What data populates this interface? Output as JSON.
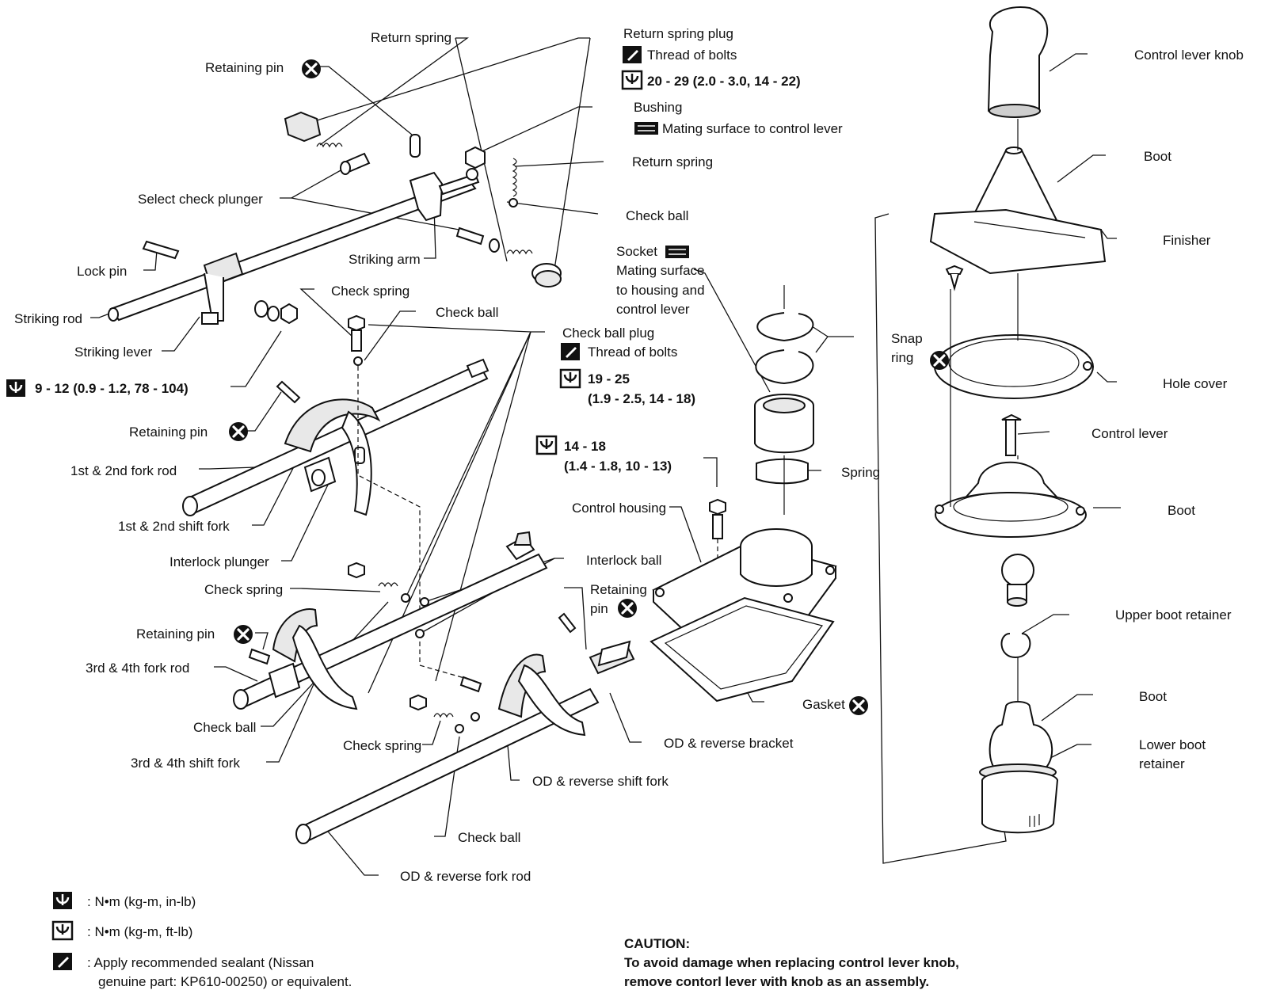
{
  "labels": {
    "return_spring_top": "Return spring",
    "return_spring_plug": "Return spring plug",
    "thread_of_bolts_1": "Thread of bolts",
    "torque_1": "20 - 29 (2.0 - 3.0, 14 - 22)",
    "bushing": "Bushing",
    "mating_surface_control_lever": "Mating surface to control lever",
    "return_spring_right": "Return spring",
    "check_ball_1": "Check ball",
    "retaining_pin_1": "Retaining pin",
    "select_check_plunger": "Select check plunger",
    "striking_arm": "Striking arm",
    "lock_pin": "Lock pin",
    "striking_rod": "Striking rod",
    "striking_lever": "Striking lever",
    "torque_2": "9 - 12 (0.9 - 1.2, 78 - 104)",
    "check_spring_1": "Check spring",
    "check_ball_2": "Check ball",
    "check_ball_plug": "Check ball plug",
    "thread_of_bolts_2": "Thread of bolts",
    "torque_3a": "19 - 25",
    "torque_3b": "(1.9 - 2.5, 14 - 18)",
    "retaining_pin_2": "Retaining pin",
    "fork_rod_12": "1st & 2nd fork rod",
    "shift_fork_12": "1st & 2nd shift fork",
    "interlock_plunger": "Interlock plunger",
    "check_spring_2": "Check spring",
    "retaining_pin_3": "Retaining pin",
    "fork_rod_34": "3rd & 4th fork rod",
    "check_ball_3": "Check ball",
    "shift_fork_34": "3rd & 4th shift fork",
    "interlock_ball": "Interlock ball",
    "retaining_pin_4a": "Retaining",
    "retaining_pin_4b": "pin",
    "check_spring_3": "Check spring",
    "check_ball_4": "Check ball",
    "od_reverse_fork_rod": "OD & reverse fork rod",
    "od_reverse_shift_fork": "OD & reverse shift fork",
    "od_reverse_bracket": "OD & reverse bracket",
    "socket": "Socket",
    "socket_mating_1": "Mating surface",
    "socket_mating_2": "to housing and",
    "socket_mating_3": "control lever",
    "snap_ring_a": "Snap",
    "snap_ring_b": "ring",
    "spring": "Spring",
    "torque_4a": "14 - 18",
    "torque_4b": "(1.4 - 1.8, 10 - 13)",
    "control_housing": "Control housing",
    "gasket": "Gasket",
    "control_lever_knob": "Control lever knob",
    "boot_1": "Boot",
    "finisher": "Finisher",
    "hole_cover": "Hole cover",
    "control_lever": "Control lever",
    "boot_2": "Boot",
    "upper_boot_retainer": "Upper boot retainer",
    "boot_3": "Boot",
    "lower_boot_retainer_a": "Lower boot",
    "lower_boot_retainer_b": "retainer"
  },
  "legend": {
    "item1": ": N•m (kg-m, in-lb)",
    "item2": ": N•m (kg-m, ft-lb)",
    "item3a": ": Apply recommended sealant (Nissan",
    "item3b": "genuine part: KP610-00250) or equivalent."
  },
  "caution": {
    "title": "CAUTION:",
    "line1": "To avoid damage when replacing control lever knob,",
    "line2": "remove contorl lever with knob as an assembly."
  },
  "icons": [
    "torque-in-lb-icon",
    "torque-ft-lb-icon",
    "sealant-icon",
    "grease-icon",
    "replace-part-x-icon"
  ]
}
